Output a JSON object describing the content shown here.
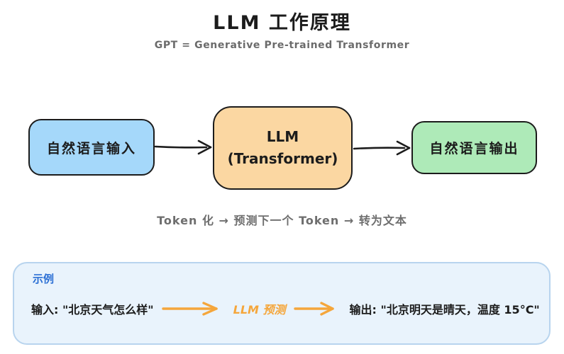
{
  "header": {
    "title": "LLM 工作原理",
    "subtitle": "GPT = Generative Pre-trained Transformer"
  },
  "flow": {
    "input_box": {
      "label": "自然语言输入",
      "fill": "#a5d8fa"
    },
    "llm_box": {
      "label_line1": "LLM",
      "label_line2": "(Transformer)",
      "fill": "#fbd7a2"
    },
    "output_box": {
      "label": "自然语言输出",
      "fill": "#aeeab8"
    }
  },
  "process_note": "Token 化 → 预测下一个 Token → 转为文本",
  "example": {
    "label": "示例",
    "input_text": "输入: \"北京天气怎么样\"",
    "middle_text": "LLM 预测",
    "output_text": "输出: \"北京明天是晴天，温度 15°C\"",
    "label_color": "#2b6fd4",
    "accent_color": "#f5a63b",
    "panel_fill": "#e9f3fc",
    "panel_border": "#b8d4ee"
  },
  "colors": {
    "stroke_black": "#1c1c1c",
    "note_gray": "#6e6e6e",
    "background": "#ffffff"
  }
}
